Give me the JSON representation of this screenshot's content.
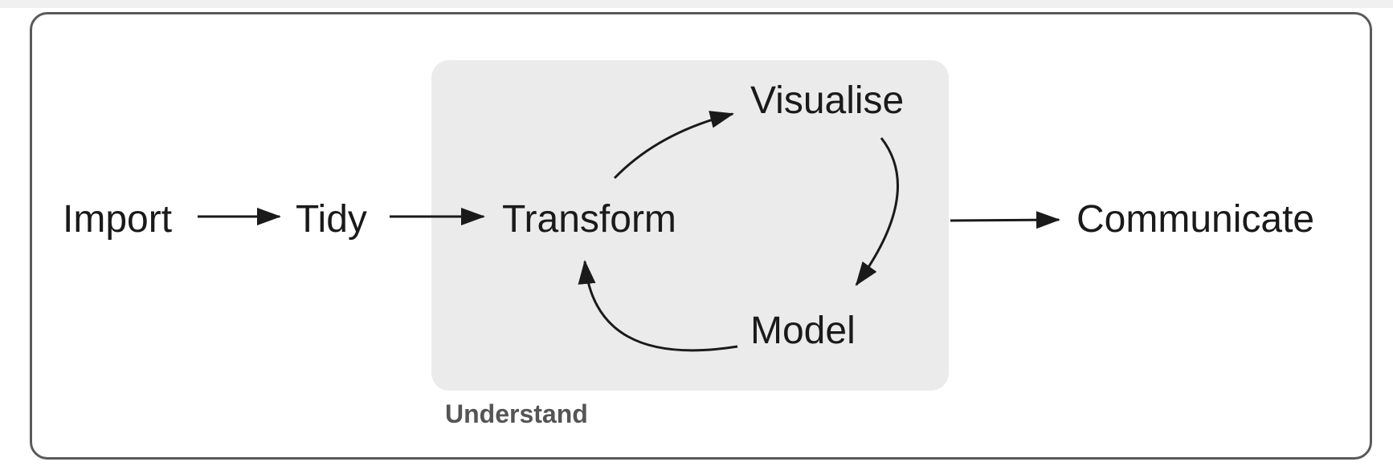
{
  "diagram": {
    "nodes": {
      "import": "Import",
      "tidy": "Tidy",
      "transform": "Transform",
      "visualise": "Visualise",
      "model": "Model",
      "communicate": "Communicate"
    },
    "group_label": "Understand",
    "colors": {
      "text": "#1a1a1a",
      "arrow": "#1a1a1a",
      "frame_border": "#5a5a5a",
      "group_fill": "#ebebeb",
      "group_label": "#555555"
    }
  }
}
